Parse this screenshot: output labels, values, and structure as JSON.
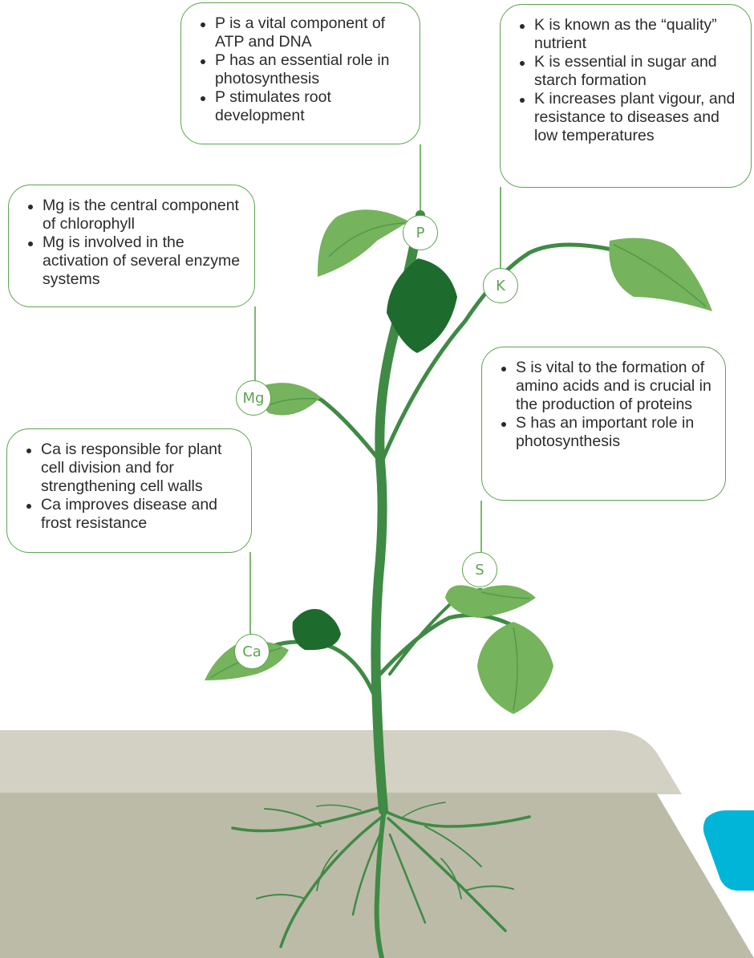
{
  "colors": {
    "outline": "#5ca44e",
    "stem": "#3f8a45",
    "leaf_light": "#75b35c",
    "leaf_dark": "#1e6b2e",
    "ground_top": "#d3d1c3",
    "ground_front": "#bcbba8",
    "accent": "#00b5d8",
    "text": "#2b2b2b"
  },
  "nutrients": {
    "p": {
      "symbol": "P",
      "facts": [
        "P is a vital component of ATP and DNA",
        "P has an essential role in photosynthesis",
        "P stimulates root development"
      ]
    },
    "k": {
      "symbol": "K",
      "facts": [
        "K is known as the “quality” nutrient",
        "K is essential in sugar and starch formation",
        "K increases plant vigour, and resistance to diseases and low temperatures"
      ]
    },
    "mg": {
      "symbol": "Mg",
      "facts": [
        "Mg is the central component of chlorophyll",
        "Mg is involved in the activation of several enzyme systems"
      ]
    },
    "s": {
      "symbol": "S",
      "facts": [
        "S is vital to the formation of amino acids and is crucial in the production of proteins",
        "S has an important role in photosynthesis"
      ]
    },
    "ca": {
      "symbol": "Ca",
      "facts": [
        "Ca is responsible for plant cell division and for strengthening cell walls",
        "Ca improves disease and frost resistance"
      ]
    }
  }
}
